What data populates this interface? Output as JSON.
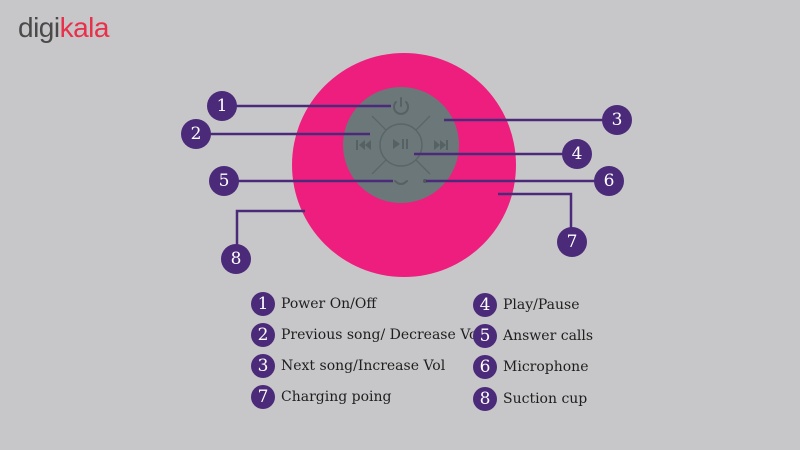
{
  "logo": {
    "part1": "digi",
    "part2": "kala"
  },
  "colors": {
    "background": "#c7c7c9",
    "speaker_body": "#ee1e7f",
    "control_pad": "#6b7779",
    "callout": "#4b2a7a",
    "logo_accent": "#e8304a",
    "logo_dark": "#4a4a4a"
  },
  "icons": {
    "power": "power-icon",
    "prev": "previous-track-icon",
    "play_pause": "play-pause-icon",
    "next": "next-track-icon",
    "phone": "phone-icon"
  },
  "callouts": [
    "1",
    "2",
    "3",
    "4",
    "5",
    "6",
    "7",
    "8"
  ],
  "legend": [
    {
      "num": "1",
      "label": "Power On/Off"
    },
    {
      "num": "2",
      "label": "Previous song/ Decrease Vol"
    },
    {
      "num": "3",
      "label": "Next song/Increase Vol"
    },
    {
      "num": "7",
      "label": "Charging poing"
    },
    {
      "num": "4",
      "label": "Play/Pause"
    },
    {
      "num": "5",
      "label": "Answer calls"
    },
    {
      "num": "6",
      "label": "Microphone"
    },
    {
      "num": "8",
      "label": "Suction cup"
    }
  ]
}
